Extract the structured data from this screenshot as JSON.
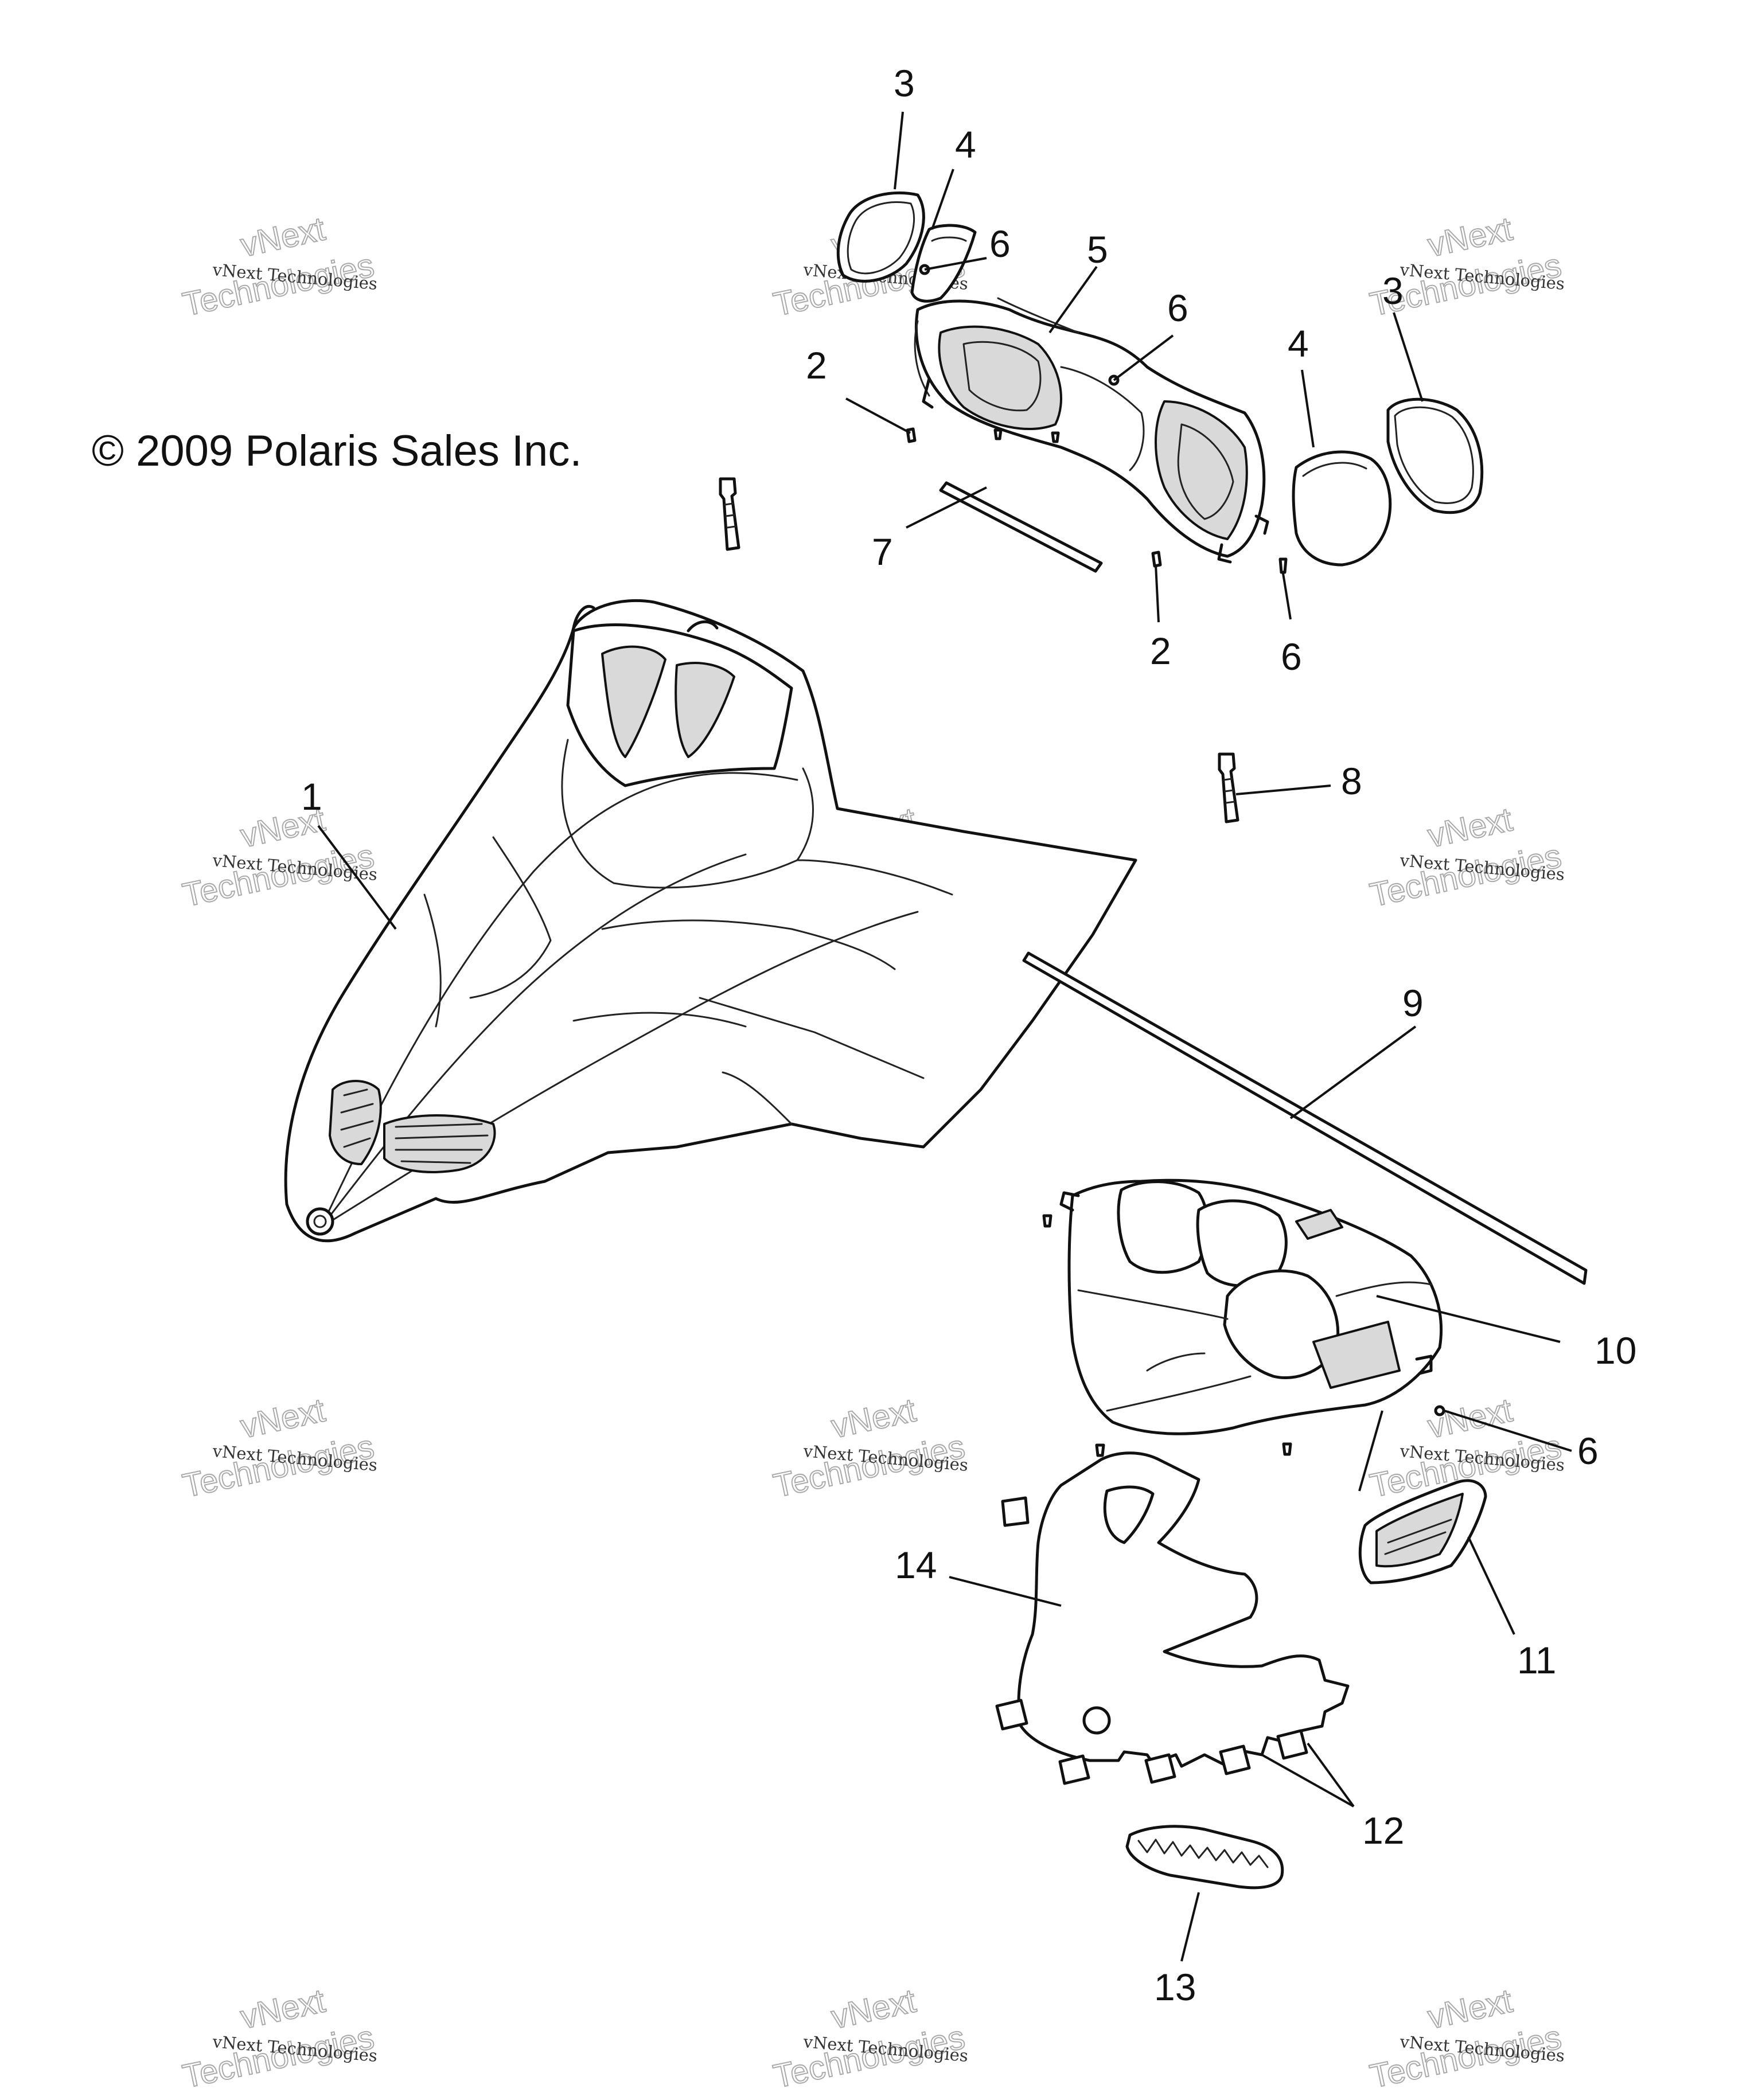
{
  "copyright": "© 2009 Polaris Sales Inc.",
  "watermark": {
    "line_small": "vNext Technologies",
    "line_big_1": "vNext",
    "line_big_2": "Technologies"
  },
  "callouts": {
    "c1": "1",
    "c2a": "2",
    "c2b": "2",
    "c3a": "3",
    "c3b": "3",
    "c4a": "4",
    "c4b": "4",
    "c5": "5",
    "c6a": "6",
    "c6b": "6",
    "c6c": "6",
    "c6d": "6",
    "c7": "7",
    "c8": "8",
    "c9": "9",
    "c10": "10",
    "c11": "11",
    "c12": "12",
    "c13": "13",
    "c14": "14"
  }
}
